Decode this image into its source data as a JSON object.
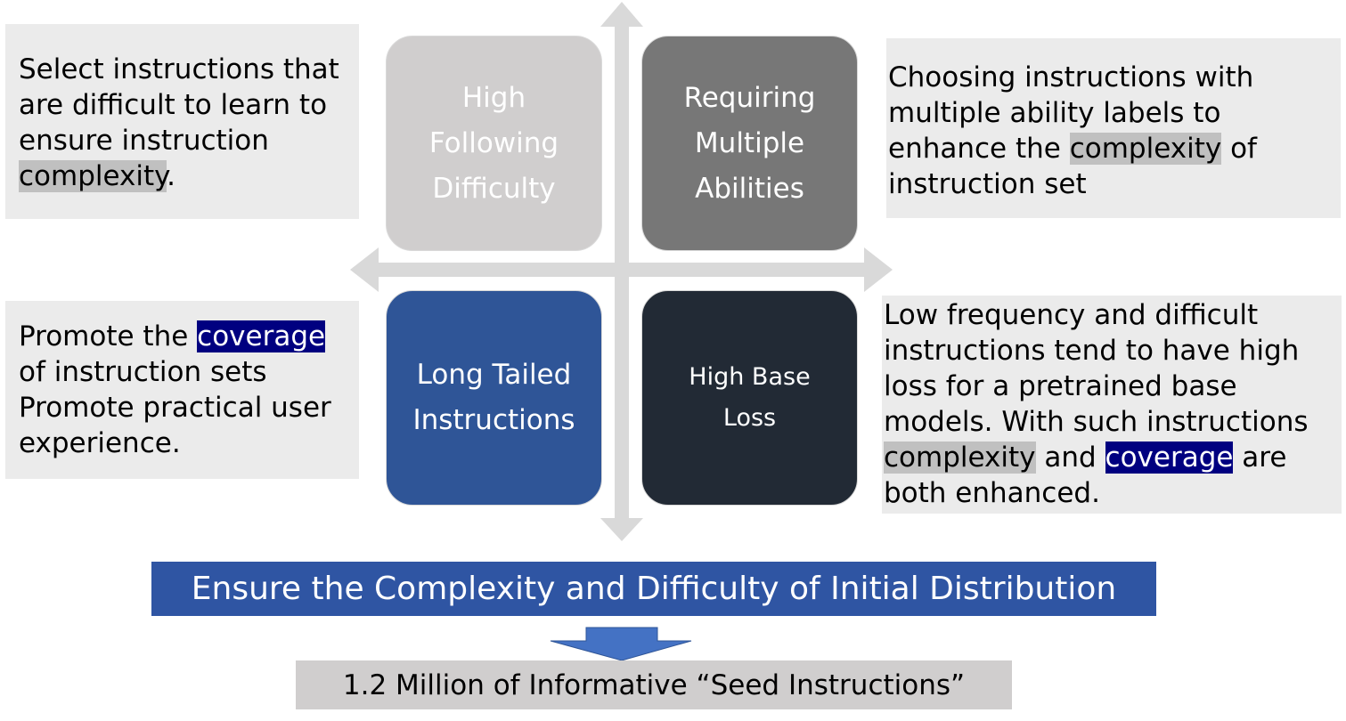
{
  "quadrants": {
    "top_left": {
      "label": "High\nFollowing\nDifficulty",
      "color": "#d0cece"
    },
    "top_right": {
      "label": "Requiring\nMultiple\nAbilities",
      "color": "#777777"
    },
    "bottom_left": {
      "label": "Long Tailed\nInstructions",
      "color": "#2f5597"
    },
    "bottom_right": {
      "label": "High Base\nLoss",
      "color": "#222a35"
    }
  },
  "notes": {
    "top_left": {
      "text_a": "Select instructions that are difficult to learn to ensure instruction ",
      "hl": "complexity",
      "text_b": "."
    },
    "top_right": {
      "text_a": "Choosing instructions with multiple ability labels to enhance the ",
      "hl": "complexity",
      "text_b": " of instruction set"
    },
    "bottom_left": {
      "text_a": "Promote the ",
      "hl": "coverage",
      "line2": "of instruction sets",
      "line3": "Promote practical user experience."
    },
    "bottom_right": {
      "text_a": "Low frequency and difficult instructions tend to have high loss for a pretrained base models. With such instructions ",
      "hl1": "complexity",
      "text_b": " and ",
      "hl2": "coverage",
      "text_c": " are both enhanced."
    }
  },
  "banner": {
    "text": "Ensure the Complexity and Difficulty of Initial Distribution"
  },
  "result": {
    "text": "1.2 Million of Informative  “Seed Instructions”"
  },
  "colors": {
    "axis": "#d9d9d9",
    "banner": "#2f55a3",
    "down_arrow": "#4472c4",
    "highlight_gray": "#c0c0c0",
    "highlight_navy": "#000080"
  }
}
